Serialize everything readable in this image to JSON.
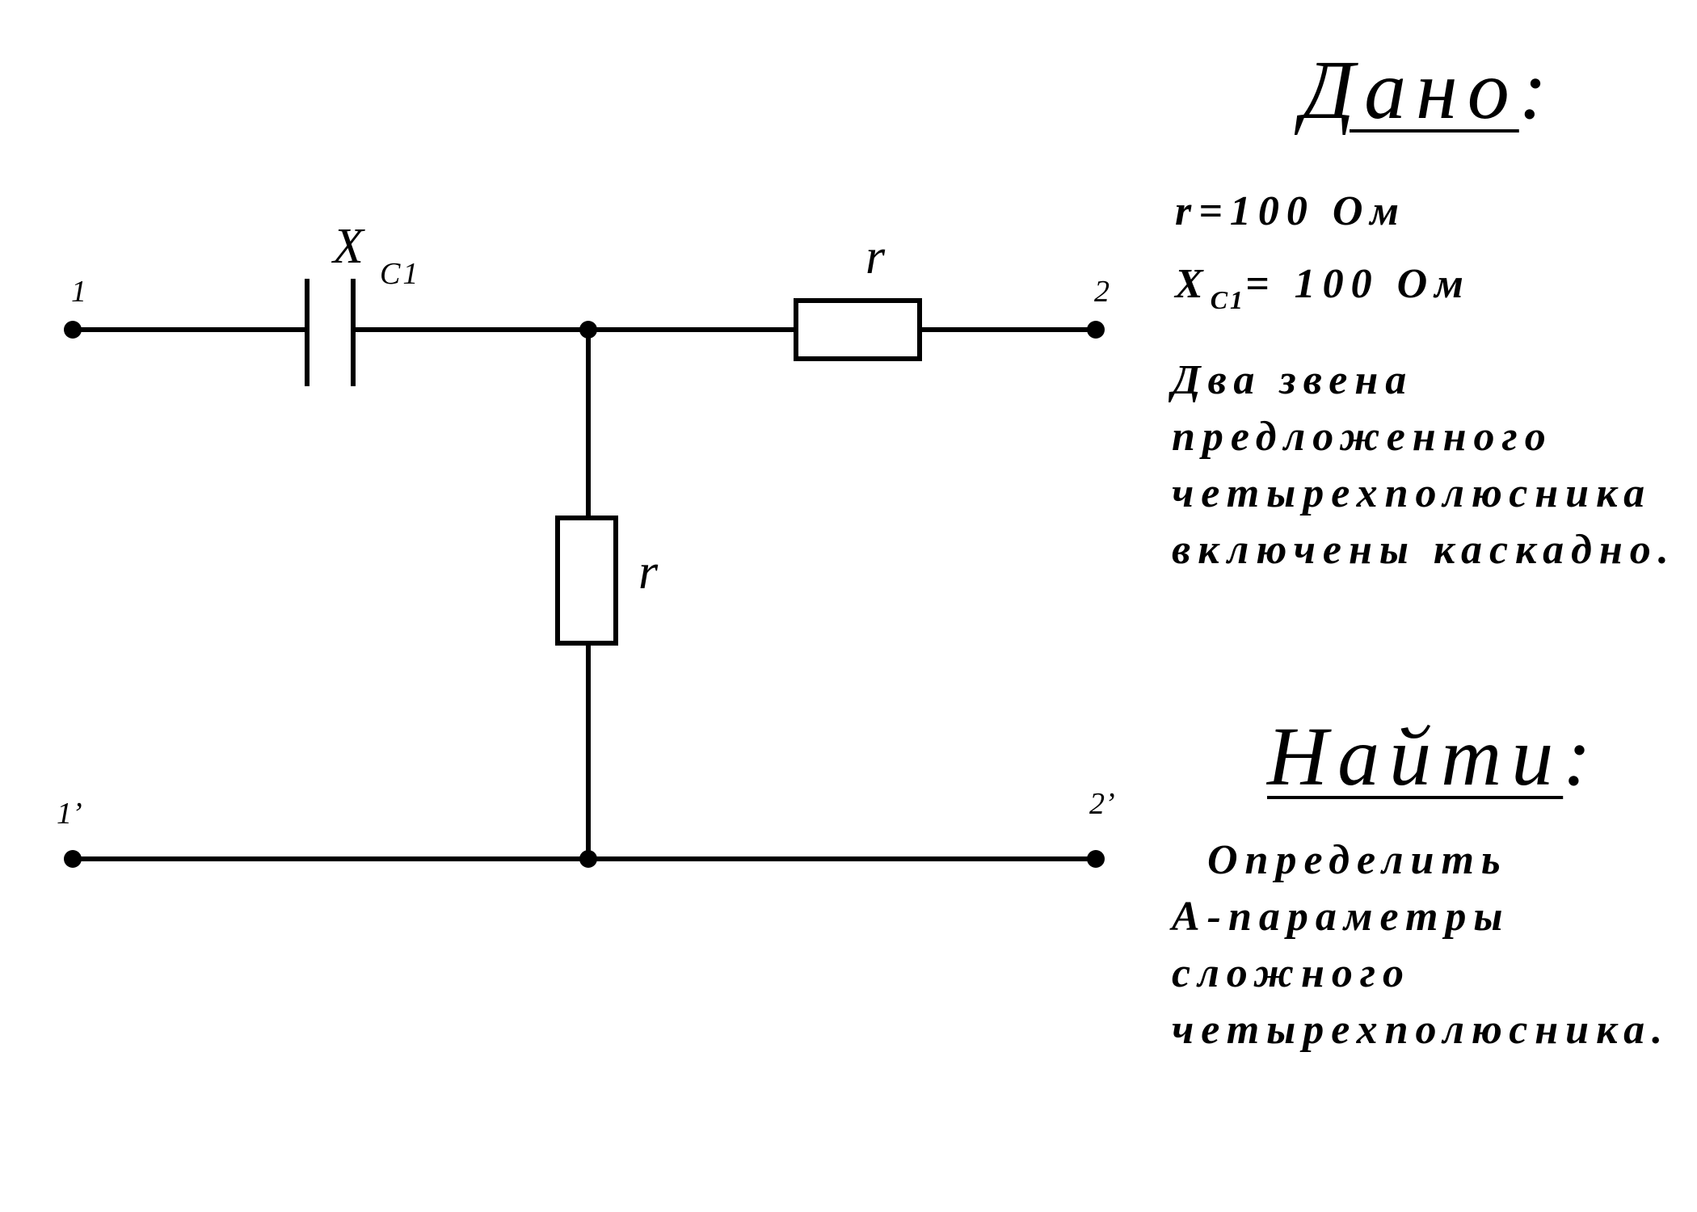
{
  "terminals": {
    "t1": "1",
    "t2": "2",
    "t1p": "1’",
    "t2p": "2’"
  },
  "components": {
    "capacitor_label": "X",
    "capacitor_sub": "C1",
    "series_resistor_label": "r",
    "shunt_resistor_label": "r"
  },
  "given": {
    "heading": "Дано",
    "colon": ":",
    "r_line": "r=100 Ом",
    "xc_main": "X",
    "xc_sub": "C1",
    "xc_value": "= 100 Ом",
    "description_lines": [
      "Два звена",
      "предложенного",
      "четырехполюсника",
      "включены каскадно."
    ]
  },
  "find": {
    "heading": "Найти",
    "colon": ":",
    "task_lines": [
      "  Определить",
      "А-параметры",
      "сложного",
      "четырехполюсника."
    ]
  }
}
